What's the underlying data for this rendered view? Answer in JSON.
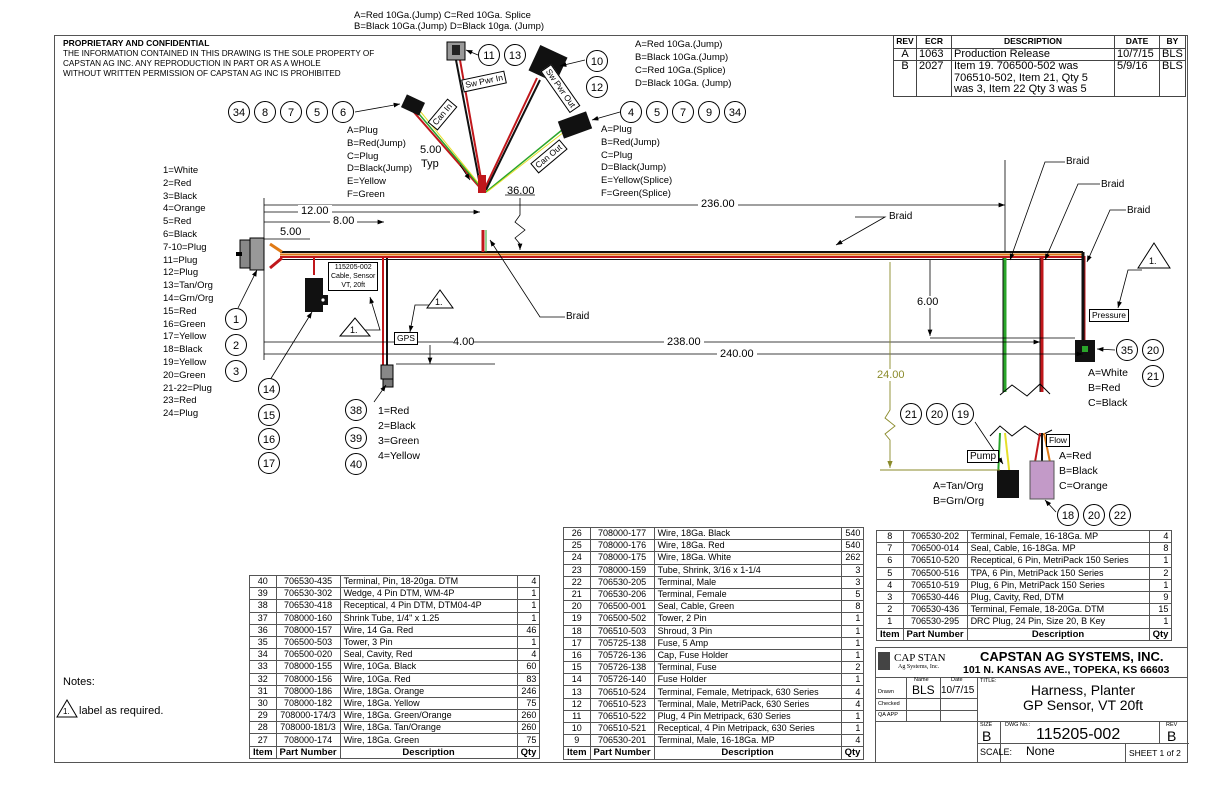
{
  "top_note": {
    "line1": "A=Red 10Ga.(Jump)  C=Red 10Ga. Splice",
    "line2": "B=Black 10Ga.(Jump) D=Black 10ga. (Jump)"
  },
  "proprietary": {
    "heading": "PROPRIETARY AND CONFIDENTIAL",
    "lines": [
      "THE INFORMATION CONTAINED IN THIS DRAWING IS THE SOLE PROPERTY OF",
      "CAPSTAN AG INC. ANY REPRODUCTION IN PART OR AS A WHOLE",
      "WITHOUT WRITTEN PERMISSION OF CAPSTAN AG INC IS PROHIBITED"
    ]
  },
  "revision_table": {
    "headers": [
      "REV",
      "ECR",
      "DESCRIPTION",
      "DATE",
      "BY"
    ],
    "rows": [
      {
        "rev": "A",
        "ecr": "1063",
        "description": [
          "Production Release"
        ],
        "date": "10/7/15",
        "by": "BLS"
      },
      {
        "rev": "B",
        "ecr": "2027",
        "description": [
          "Item 19. 706500-502 was",
          "706510-502, Item 21, Qty 5",
          "was 3, Item 22 Qty 3 was 5"
        ],
        "date": "5/9/16",
        "by": "BLS"
      }
    ]
  },
  "connectors": {
    "sw_pwr_out_pins": [
      "A=Red 10Ga.(Jump)",
      "B=Black 10Ga.(Jump)",
      "C=Red 10Ga.(Splice)",
      "D=Black 10Ga. (Jump)"
    ],
    "can_in_pins": [
      "A=Plug",
      "B=Red(Jump)",
      "C=Plug",
      "D=Black(Jump)",
      "E=Yellow",
      "F=Green"
    ],
    "can_out_pins": [
      "A=Plug",
      "B=Red(Jump)",
      "C=Plug",
      "D=Black(Jump)",
      "E=Yellow(Splice)",
      "F=Green(Splice)"
    ],
    "main_pins": [
      "1=White",
      "2=Red",
      "3=Black",
      "4=Orange",
      "5=Red",
      "6=Black",
      "7-10=Plug",
      "11=Plug",
      "12=Plug",
      "13=Tan/Org",
      "14=Grn/Org",
      "15=Red",
      "16=Green",
      "17=Yellow",
      "18=Black",
      "19=Yellow",
      "20=Green",
      "21-22=Plug",
      "23=Red",
      "24=Plug"
    ],
    "gps_pins": [
      "1=Red",
      "2=Black",
      "3=Green",
      "4=Yellow"
    ],
    "pressure_pins": [
      "A=White",
      "B=Red",
      "C=Black"
    ],
    "pump_pins": [
      "A=Tan/Org",
      "B=Grn/Org"
    ],
    "flow_pins": [
      "A=Red",
      "B=Black",
      "C=Orange"
    ]
  },
  "labels": {
    "sw_pwr_in": "Sw Pwr In",
    "sw_pwr_out": "Sw Pwr Out",
    "can_in": "Can In",
    "can_out": "Can Out",
    "gps": "GPS",
    "pressure": "Pressure",
    "pump": "Pump",
    "flow": "Flow",
    "braid": "Braid",
    "cable_tag": [
      "115205-002",
      "Cable, Sensor",
      "VT, 20ft"
    ],
    "note_ref": "1."
  },
  "dimensions": {
    "d_5_typ": "5.00",
    "typ": "Typ",
    "d_36": "36.00",
    "d_12": "12.00",
    "d_8": "8.00",
    "d_5": "5.00",
    "d_236": "236.00",
    "d_4": "4.00",
    "d_238": "238.00",
    "d_240": "240.00",
    "d_6": "6.00",
    "d_24": "24.00"
  },
  "balloons": {
    "sw_pwr_in": [
      "11",
      "13"
    ],
    "sw_pwr_out": [
      "10",
      "12"
    ],
    "can_in": [
      "34",
      "8",
      "7",
      "5",
      "6"
    ],
    "can_out": [
      "4",
      "5",
      "7",
      "9",
      "34"
    ],
    "main": [
      "1",
      "2",
      "3"
    ],
    "fuse": [
      "14",
      "15",
      "16",
      "17"
    ],
    "gps": [
      "38",
      "39",
      "40"
    ],
    "pressure": [
      "35",
      "20",
      "21"
    ],
    "pump": [
      "21",
      "20",
      "19"
    ],
    "flow": [
      "18",
      "20",
      "22"
    ]
  },
  "notes": {
    "heading": "Notes:",
    "items": [
      "label as required."
    ]
  },
  "bom_headers": [
    "Item",
    "Part Number",
    "Description",
    "Qty"
  ],
  "bom_left": [
    {
      "item": "40",
      "part": "706530-435",
      "desc": "Terminal, Pin, 18-20ga. DTM",
      "qty": "4"
    },
    {
      "item": "39",
      "part": "706530-302",
      "desc": "Wedge, 4 Pin DTM, WM-4P",
      "qty": "1"
    },
    {
      "item": "38",
      "part": "706530-418",
      "desc": "Receptical, 4 Pin DTM, DTM04-4P",
      "qty": "1"
    },
    {
      "item": "37",
      "part": "708000-160",
      "desc": "Shrink Tube, 1/4\" x 1.25",
      "qty": "1"
    },
    {
      "item": "36",
      "part": "708000-157",
      "desc": "Wire, 14 Ga. Red",
      "qty": "46"
    },
    {
      "item": "35",
      "part": "706500-503",
      "desc": "Tower, 3 Pin",
      "qty": "1"
    },
    {
      "item": "34",
      "part": "706500-020",
      "desc": "Seal, Cavity, Red",
      "qty": "4"
    },
    {
      "item": "33",
      "part": "708000-155",
      "desc": "Wire, 10Ga. Black",
      "qty": "60"
    },
    {
      "item": "32",
      "part": "708000-156",
      "desc": "Wire, 10Ga. Red",
      "qty": "83"
    },
    {
      "item": "31",
      "part": "708000-186",
      "desc": "Wire, 18Ga. Orange",
      "qty": "246"
    },
    {
      "item": "30",
      "part": "708000-182",
      "desc": "Wire, 18Ga. Yellow",
      "qty": "75"
    },
    {
      "item": "29",
      "part": "708000-174/3",
      "desc": "Wire, 18Ga. Green/Orange",
      "qty": "260"
    },
    {
      "item": "28",
      "part": "708000-181/3",
      "desc": "Wire, 18Ga. Tan/Orange",
      "qty": "260"
    },
    {
      "item": "27",
      "part": "708000-174",
      "desc": "Wire, 18Ga. Green",
      "qty": "75"
    }
  ],
  "bom_mid": [
    {
      "item": "26",
      "part": "708000-177",
      "desc": "Wire, 18Ga. Black",
      "qty": "540"
    },
    {
      "item": "25",
      "part": "708000-176",
      "desc": "Wire, 18Ga. Red",
      "qty": "540"
    },
    {
      "item": "24",
      "part": "708000-175",
      "desc": "Wire, 18Ga. White",
      "qty": "262"
    },
    {
      "item": "23",
      "part": "708000-159",
      "desc": "Tube, Shrink, 3/16 x 1-1/4",
      "qty": "3"
    },
    {
      "item": "22",
      "part": "706530-205",
      "desc": "Terminal, Male",
      "qty": "3"
    },
    {
      "item": "21",
      "part": "706530-206",
      "desc": "Terminal, Female",
      "qty": "5"
    },
    {
      "item": "20",
      "part": "706500-001",
      "desc": "Seal, Cable, Green",
      "qty": "8"
    },
    {
      "item": "19",
      "part": "706500-502",
      "desc": "Tower, 2 Pin",
      "qty": "1"
    },
    {
      "item": "18",
      "part": "706510-503",
      "desc": "Shroud, 3 Pin",
      "qty": "1"
    },
    {
      "item": "17",
      "part": "705725-138",
      "desc": "Fuse, 5 Amp",
      "qty": "1"
    },
    {
      "item": "16",
      "part": "705726-136",
      "desc": "Cap, Fuse Holder",
      "qty": "1"
    },
    {
      "item": "15",
      "part": "705726-138",
      "desc": "Terminal, Fuse",
      "qty": "2"
    },
    {
      "item": "14",
      "part": "705726-140",
      "desc": "Fuse Holder",
      "qty": "1"
    },
    {
      "item": "13",
      "part": "706510-524",
      "desc": "Terminal, Female, Metripack, 630 Series",
      "qty": "4"
    },
    {
      "item": "12",
      "part": "706510-523",
      "desc": "Terminal, Male, MetriPack, 630 Series",
      "qty": "4"
    },
    {
      "item": "11",
      "part": "706510-522",
      "desc": "Plug, 4 Pin Metripack, 630 Series",
      "qty": "1"
    },
    {
      "item": "10",
      "part": "706510-521",
      "desc": "Receptical, 4 Pin Metripack, 630 Series",
      "qty": "1"
    },
    {
      "item": "9",
      "part": "706530-201",
      "desc": "Terminal, Male, 16-18Ga. MP",
      "qty": "4"
    }
  ],
  "bom_right": [
    {
      "item": "8",
      "part": "706530-202",
      "desc": "Terminal, Female, 16-18Ga. MP",
      "qty": "4"
    },
    {
      "item": "7",
      "part": "706500-014",
      "desc": "Seal, Cable, 16-18Ga. MP",
      "qty": "8"
    },
    {
      "item": "6",
      "part": "706510-520",
      "desc": "Receptical, 6 Pin, MetriPack 150 Series",
      "qty": "1"
    },
    {
      "item": "5",
      "part": "706500-516",
      "desc": "TPA, 6 Pin, MetriPack 150 Series",
      "qty": "2"
    },
    {
      "item": "4",
      "part": "706510-519",
      "desc": "Plug, 6 Pin, MetriPack 150 Series",
      "qty": "1"
    },
    {
      "item": "3",
      "part": "706530-446",
      "desc": "Plug, Cavity, Red, DTM",
      "qty": "9"
    },
    {
      "item": "2",
      "part": "706530-436",
      "desc": "Terminal, Female, 18-20Ga. DTM",
      "qty": "15"
    },
    {
      "item": "1",
      "part": "706530-295",
      "desc": "DRC Plug, 24 Pin, Size 20, B Key",
      "qty": "1"
    }
  ],
  "title_block": {
    "logo_text": "CAP STAN",
    "logo_sub": "Ag Systems, Inc.",
    "company": "CAPSTAN AG SYSTEMS, INC.",
    "address": "101 N. KANSAS AVE., TOPEKA, KS 66603",
    "name_label": "Name",
    "date_label": "Date",
    "drawn_label": "Drawn",
    "checked_label": "Checked",
    "qa_label": "QA APP",
    "drawn_name": "BLS",
    "drawn_date": "10/7/15",
    "title_label": "TITLE:",
    "title_line1": "Harness, Planter",
    "title_line2": "GP Sensor, VT 20ft",
    "size_label": "SIZE",
    "size": "B",
    "dwg_label": "DWG No.:",
    "dwg_no": "115205-002",
    "rev_label": "REV",
    "rev": "B",
    "scale_label": "SCALE:",
    "scale": "None",
    "sheet": "SHEET 1 of 2"
  },
  "colors": {
    "wire_red": "#c0171b",
    "wire_black": "#111111",
    "wire_orange": "#e07a16",
    "wire_green": "#2aa52a",
    "wire_yellow": "#e6df2a",
    "dim_olive": "#8a8a2a",
    "flow_pink": "#c39ac8"
  }
}
